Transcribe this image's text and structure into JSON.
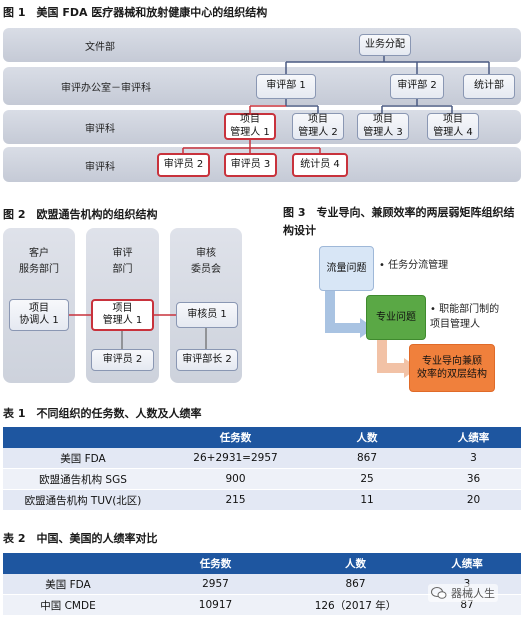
{
  "fig1": {
    "caption": "图 1　美国 FDA 医疗器械和放射健康中心的组织结构",
    "bands": [
      {
        "label": "文件部"
      },
      {
        "label": "审评办公室－审评科"
      },
      {
        "label": "审评科"
      },
      {
        "label": "审评科"
      }
    ],
    "nodes": {
      "dispatch": "业务分配",
      "dept1": "审评部 1",
      "dept2": "审评部 2",
      "stats": "统计部",
      "pm1": "项目\n管理人 1",
      "pm2": "项目\n管理人 2",
      "pm3": "项目\n管理人 3",
      "pm4": "项目\n管理人 4",
      "rev2": "审评员 2",
      "rev3": "审评员 3",
      "stat4": "统计员 4"
    }
  },
  "fig2": {
    "caption": "图 2　欧盟通告机构的组织结构",
    "columns": [
      {
        "title": "客户\n服务部门",
        "boxes": [
          "项目\n协调人 1"
        ]
      },
      {
        "title": "审评\n部门",
        "boxes": [
          "项目\n管理人 1",
          "审评员 2"
        ]
      },
      {
        "title": "审核\n委员会",
        "boxes": [
          "审核员 1",
          "审评部长 2"
        ]
      }
    ]
  },
  "fig3": {
    "caption": "图 3　专业导向、兼顾效率的两层弱矩阵组织结构设计",
    "box1": "流量问题",
    "box2": "专业问题",
    "box3": "专业导向兼顾\n效率的双层结构",
    "note1": "• 任务分流管理",
    "note2": "• 职能部门制的\n项目管理人"
  },
  "table1": {
    "caption": "表 1　不同组织的任务数、人数及人绩率",
    "headers": [
      "",
      "任务数",
      "人数",
      "人绩率"
    ],
    "rows": [
      [
        "美国 FDA",
        "26+2931=2957",
        "867",
        "3"
      ],
      [
        "欧盟通告机构 SGS",
        "900",
        "25",
        "36"
      ],
      [
        "欧盟通告机构 TUV(北区)",
        "215",
        "11",
        "20"
      ]
    ]
  },
  "table2": {
    "caption": "表 2　中国、美国的人绩率对比",
    "headers": [
      "",
      "任务数",
      "人数",
      "人绩率"
    ],
    "rows": [
      [
        "美国 FDA",
        "2957",
        "867",
        "3"
      ],
      [
        "中国 CMDE",
        "10917",
        "126（2017 年）",
        "87"
      ]
    ]
  },
  "watermark": "器械人生",
  "colors": {
    "accent_blue": "#1e56a0",
    "red_border": "#c8323c",
    "green": "#4f9d3a",
    "orange": "#f0803c"
  }
}
